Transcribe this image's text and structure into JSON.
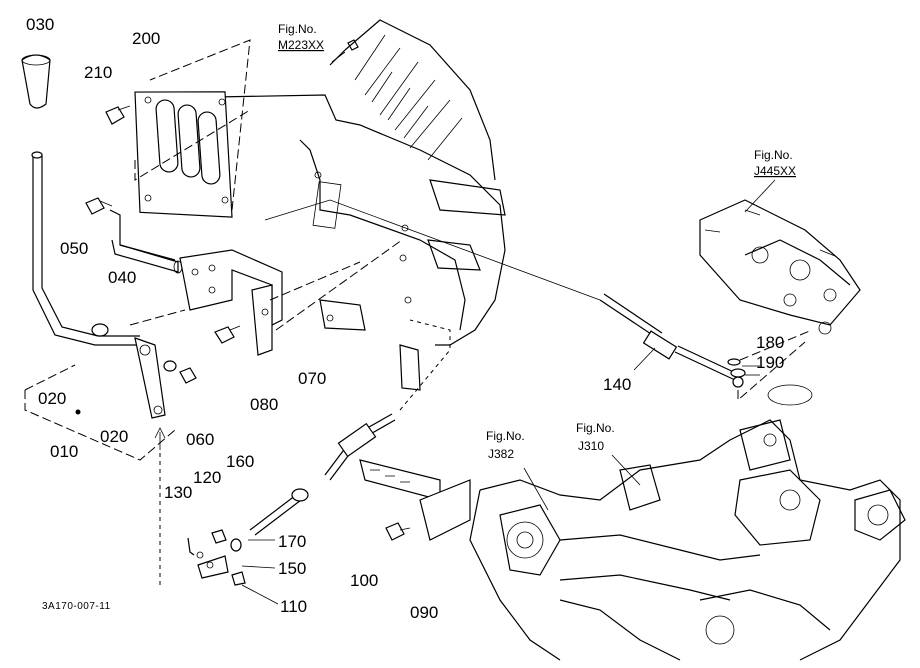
{
  "drawing_code": "3A170-007-11",
  "fig_refs": [
    {
      "id": "m223",
      "label": "Fig.No.",
      "code": "M223XX"
    },
    {
      "id": "j445",
      "label": "Fig.No.",
      "code": "J445XX"
    },
    {
      "id": "j382",
      "label": "Fig.No.",
      "code": "J382"
    },
    {
      "id": "j310",
      "label": "Fig.No.",
      "code": "J310"
    }
  ],
  "parts": {
    "p010": "010",
    "p020a": "020",
    "p020b": "020",
    "p030": "030",
    "p040": "040",
    "p050": "050",
    "p060": "060",
    "p070": "070",
    "p080": "080",
    "p090": "090",
    "p100": "100",
    "p110": "110",
    "p120": "120",
    "p130": "130",
    "p140": "140",
    "p150": "150",
    "p160": "160",
    "p170": "170",
    "p180": "180",
    "p190": "190",
    "p200": "200",
    "p210": "210"
  }
}
